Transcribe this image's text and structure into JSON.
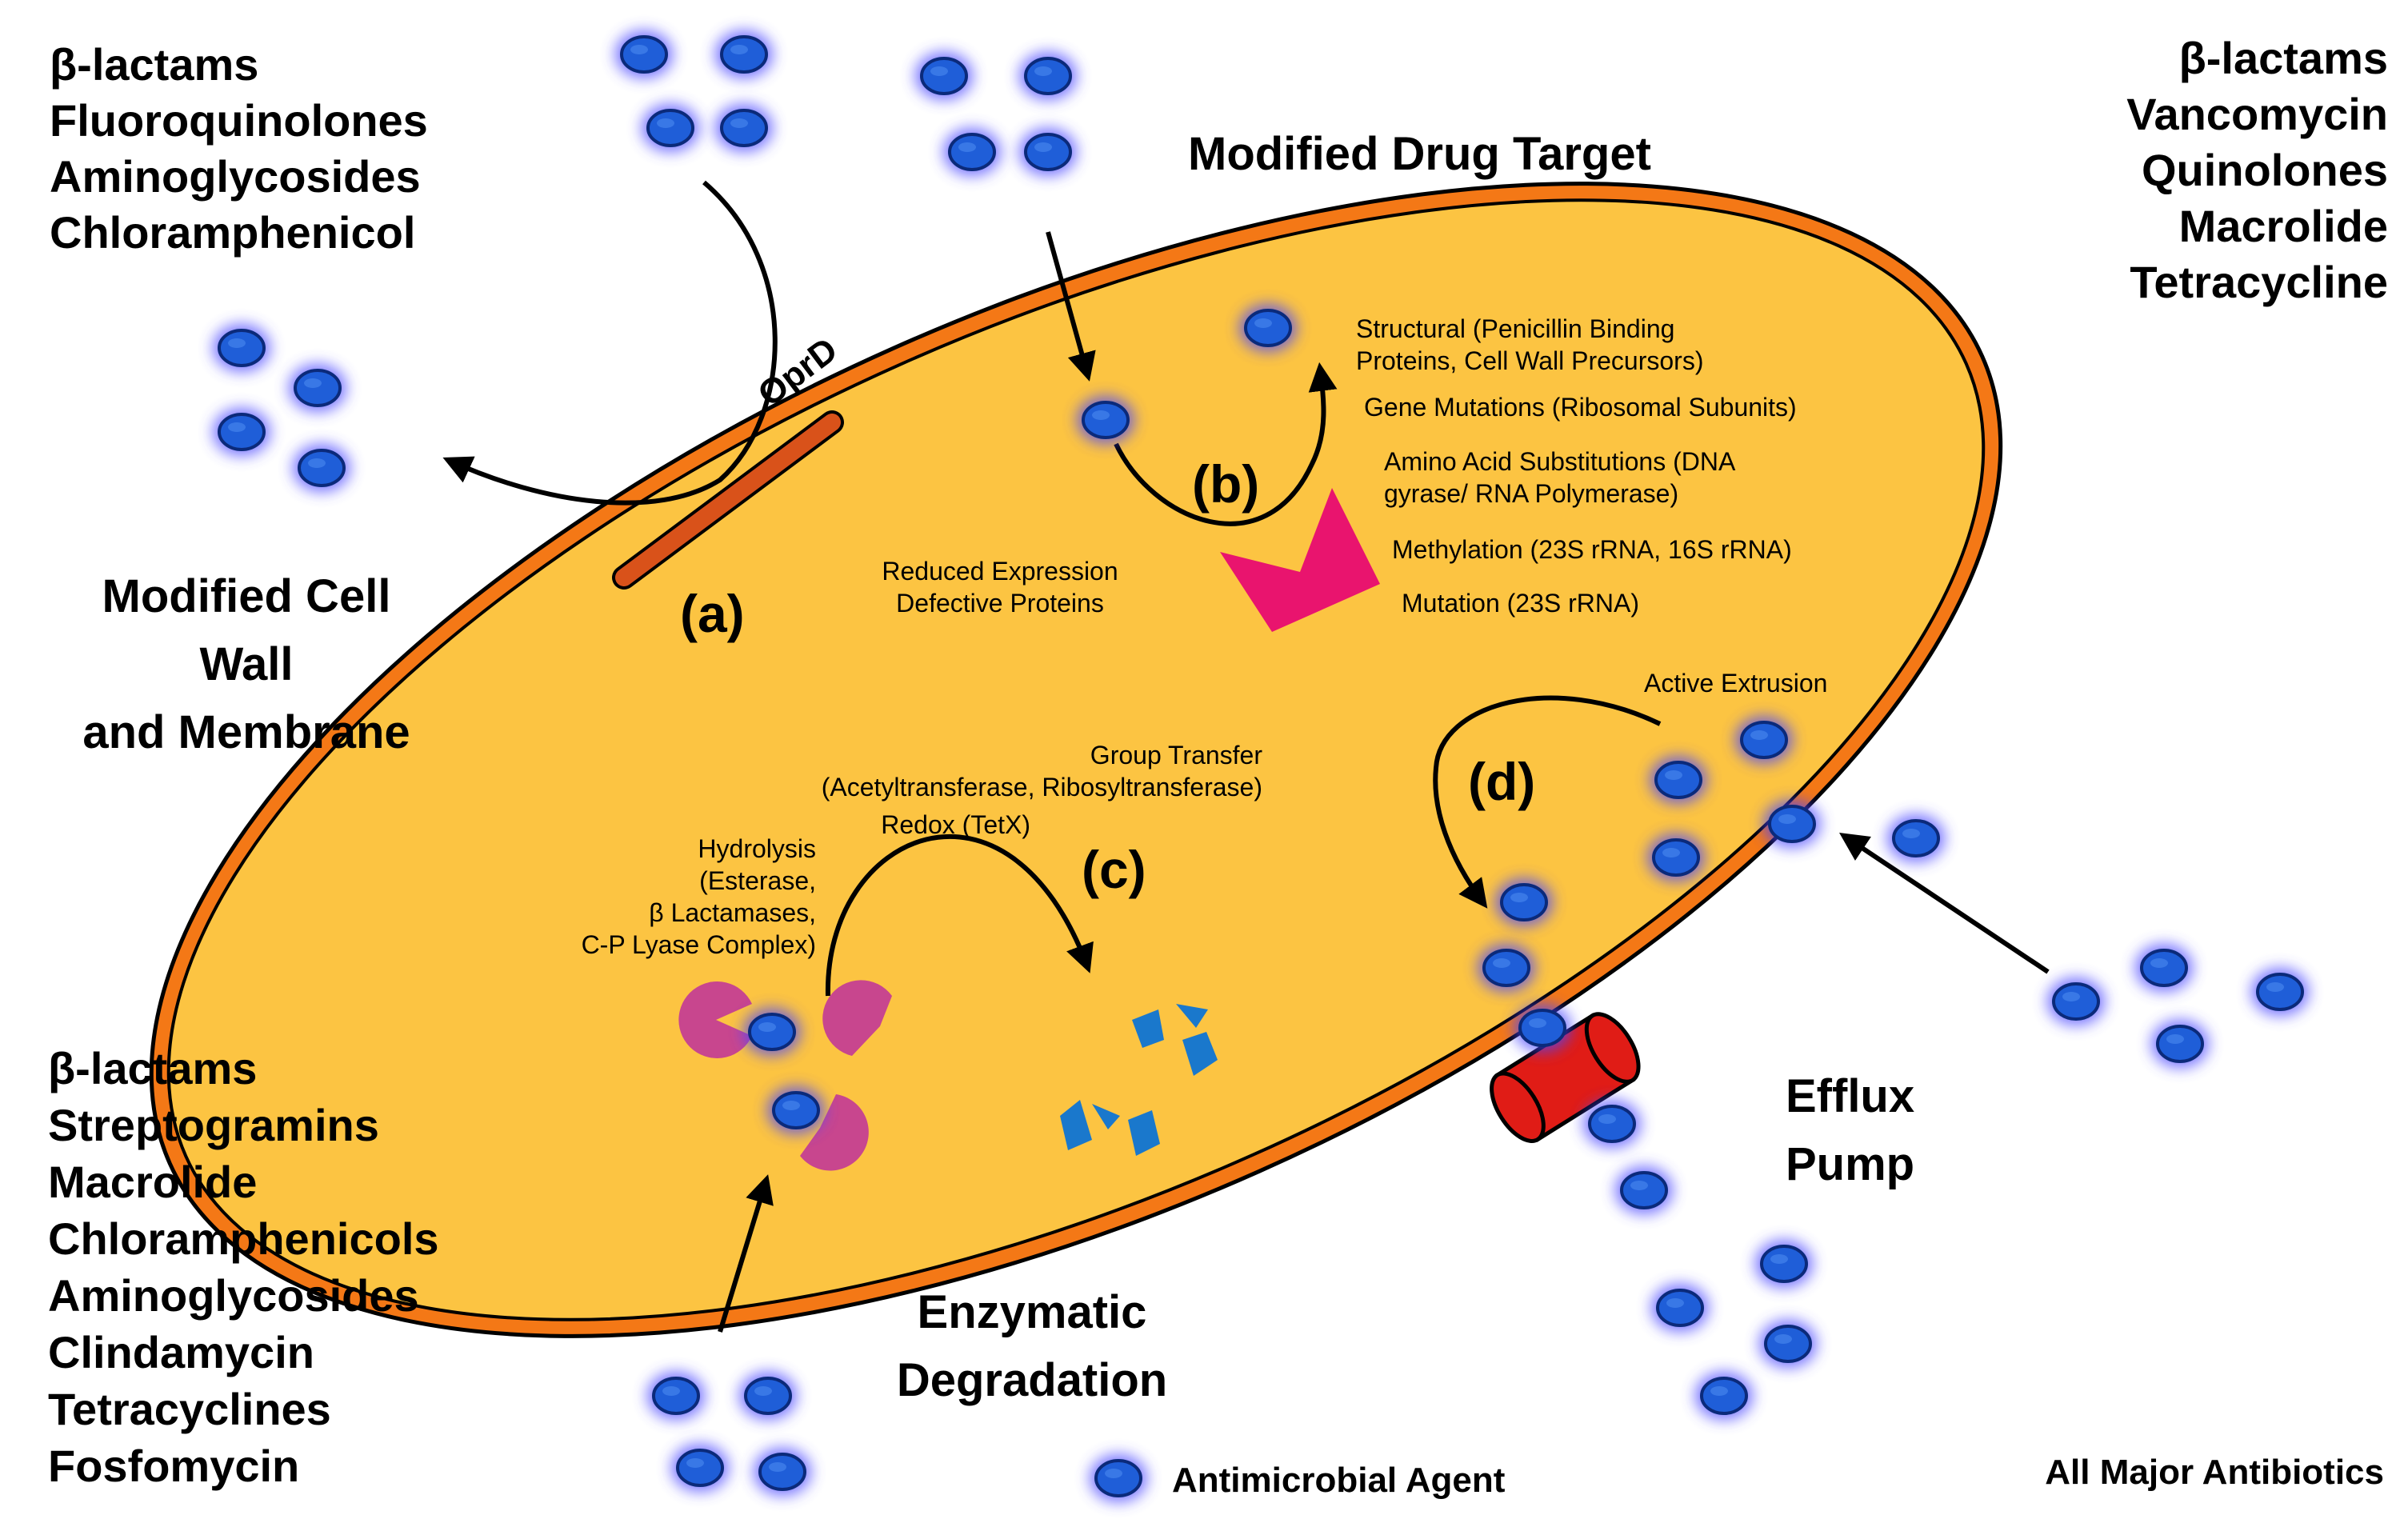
{
  "colors": {
    "cell_fill": "#fcc442",
    "cell_border": "#f47816",
    "porin": "#d9521a",
    "target": "#e9146e",
    "enzyme": "#c8468e",
    "fragment": "#1a78cc",
    "pump": "#e01c16",
    "molecule": "#1f5ed8",
    "molecule_glow": "#4a44ff",
    "arrow": "#000000"
  },
  "labels": {
    "modified_drug_target": "Modified Drug Target",
    "modified_cell_wall": [
      "Modified Cell",
      "Wall",
      "and Membrane"
    ],
    "enzymatic_degradation": [
      "Enzymatic",
      "Degradation"
    ],
    "efflux_pump": [
      "Efflux",
      "Pump"
    ],
    "oprd": "OprD",
    "legend": "Antimicrobial Agent",
    "all_major": "All Major Antibiotics"
  },
  "mechanisms": {
    "a": {
      "letter": "(a)",
      "lines": [
        "Reduced Expression",
        "Defective Proteins"
      ]
    },
    "b": {
      "letter": "(b)",
      "lines": [
        "Structural (Penicillin Binding",
        "Proteins, Cell Wall Precursors)",
        "Gene Mutations (Ribosomal Subunits)",
        "Amino Acid Substitutions (DNA",
        "gyrase/ RNA Polymerase)",
        "Methylation (23S rRNA, 16S rRNA)",
        "Mutation (23S rRNA)"
      ]
    },
    "c": {
      "letter": "(c)",
      "lines": [
        "Group Transfer",
        "(Acetyltransferase, Ribosyltransferase)",
        "Redox (TetX)",
        "Hydrolysis",
        "(Esterase,",
        "β Lactamases,",
        "C-P Lyase Complex)"
      ]
    },
    "d": {
      "letter": "(d)",
      "lines": [
        "Active Extrusion"
      ]
    }
  },
  "drug_lists": {
    "top_left": [
      "β-lactams",
      "Fluoroquinolones",
      "Aminoglycosides",
      "Chloramphenicol"
    ],
    "top_right": [
      "β-lactams",
      "Vancomycin",
      "Quinolones",
      "Macrolide",
      "Tetracycline"
    ],
    "bottom_left": [
      "β-lactams",
      "Streptogramins",
      "Macrolide",
      "Chloramphenicols",
      "Aminoglycosides",
      "Clindamycin",
      "Tetracyclines",
      "Fosfomycin"
    ]
  }
}
